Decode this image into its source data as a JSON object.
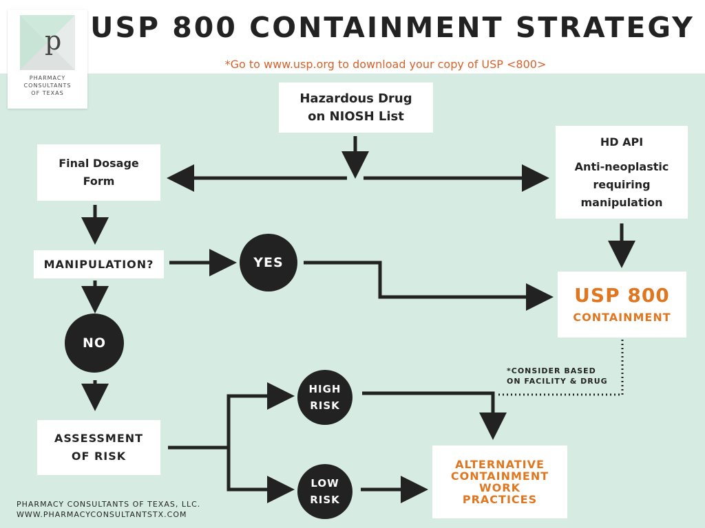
{
  "header": {
    "title": "USP 800 CONTAINMENT STRATEGY",
    "subtitle": "*Go to www.usp.org to download your copy of USP <800>"
  },
  "logo": {
    "letter": "p",
    "line1": "PHARMACY",
    "line2": "CONSULTANTS",
    "line3": "OF TEXAS"
  },
  "nodes": {
    "hazardous": {
      "line1": "Hazardous Drug",
      "line2": "on NIOSH List"
    },
    "final_dosage": {
      "line1": "Final Dosage",
      "line2": "Form"
    },
    "hd_api": {
      "line1": "HD API",
      "line2": "Anti-neoplastic",
      "line3": "requiring",
      "line4": "manipulation"
    },
    "manipulation": {
      "label": "MANIPULATION?"
    },
    "yes": {
      "label": "YES"
    },
    "no": {
      "label": "NO"
    },
    "usp800": {
      "line1": "USP 800",
      "line2": "CONTAINMENT"
    },
    "assessment": {
      "line1": "ASSESSMENT",
      "line2": "OF RISK"
    },
    "high_risk": {
      "line1": "HIGH",
      "line2": "RISK"
    },
    "low_risk": {
      "line1": "LOW",
      "line2": "RISK"
    },
    "alternative": {
      "line1": "ALTERNATIVE",
      "line2": "CONTAINMENT",
      "line3": "WORK",
      "line4": "PRACTICES"
    }
  },
  "note": {
    "line1": "*CONSIDER BASED",
    "line2": "ON FACILITY & DRUG"
  },
  "footer": {
    "line1": "PHARMACY CONSULTANTS OF TEXAS, LLC.",
    "line2": "WWW.PHARMACYCONSULTANTSTX.COM"
  },
  "colors": {
    "background": "#d6ece2",
    "accent_orange": "#e0761f",
    "subtitle_orange": "#d4622a",
    "dark": "#222222"
  }
}
